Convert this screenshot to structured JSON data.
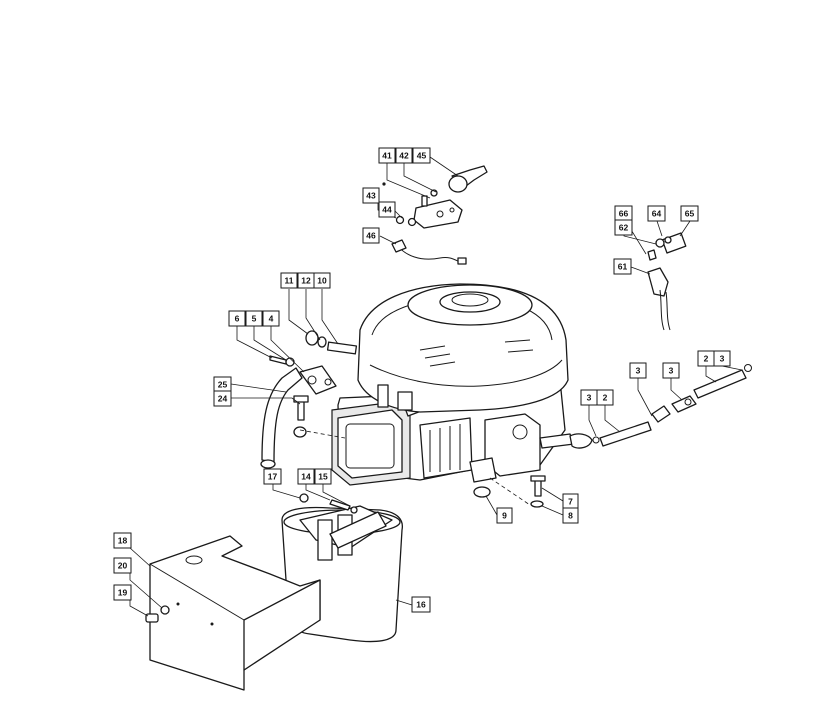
{
  "callouts": {
    "c41": "41",
    "c42": "42",
    "c45": "45",
    "c43": "43",
    "c44": "44",
    "c46": "46",
    "c66": "66",
    "c64": "64",
    "c65": "65",
    "c62": "62",
    "c61": "61",
    "c11": "11",
    "c12": "12",
    "c10": "10",
    "c6": "6",
    "c5": "5",
    "c4": "4",
    "c25": "25",
    "c24": "24",
    "c2a": "2",
    "c3a": "3",
    "c3b": "3",
    "c3c": "3",
    "c2b": "2",
    "c3d": "3",
    "c17": "17",
    "c14": "14",
    "c15": "15",
    "c7": "7",
    "c9": "9",
    "c8": "8",
    "c18": "18",
    "c20": "20",
    "c19": "19",
    "c16": "16"
  }
}
